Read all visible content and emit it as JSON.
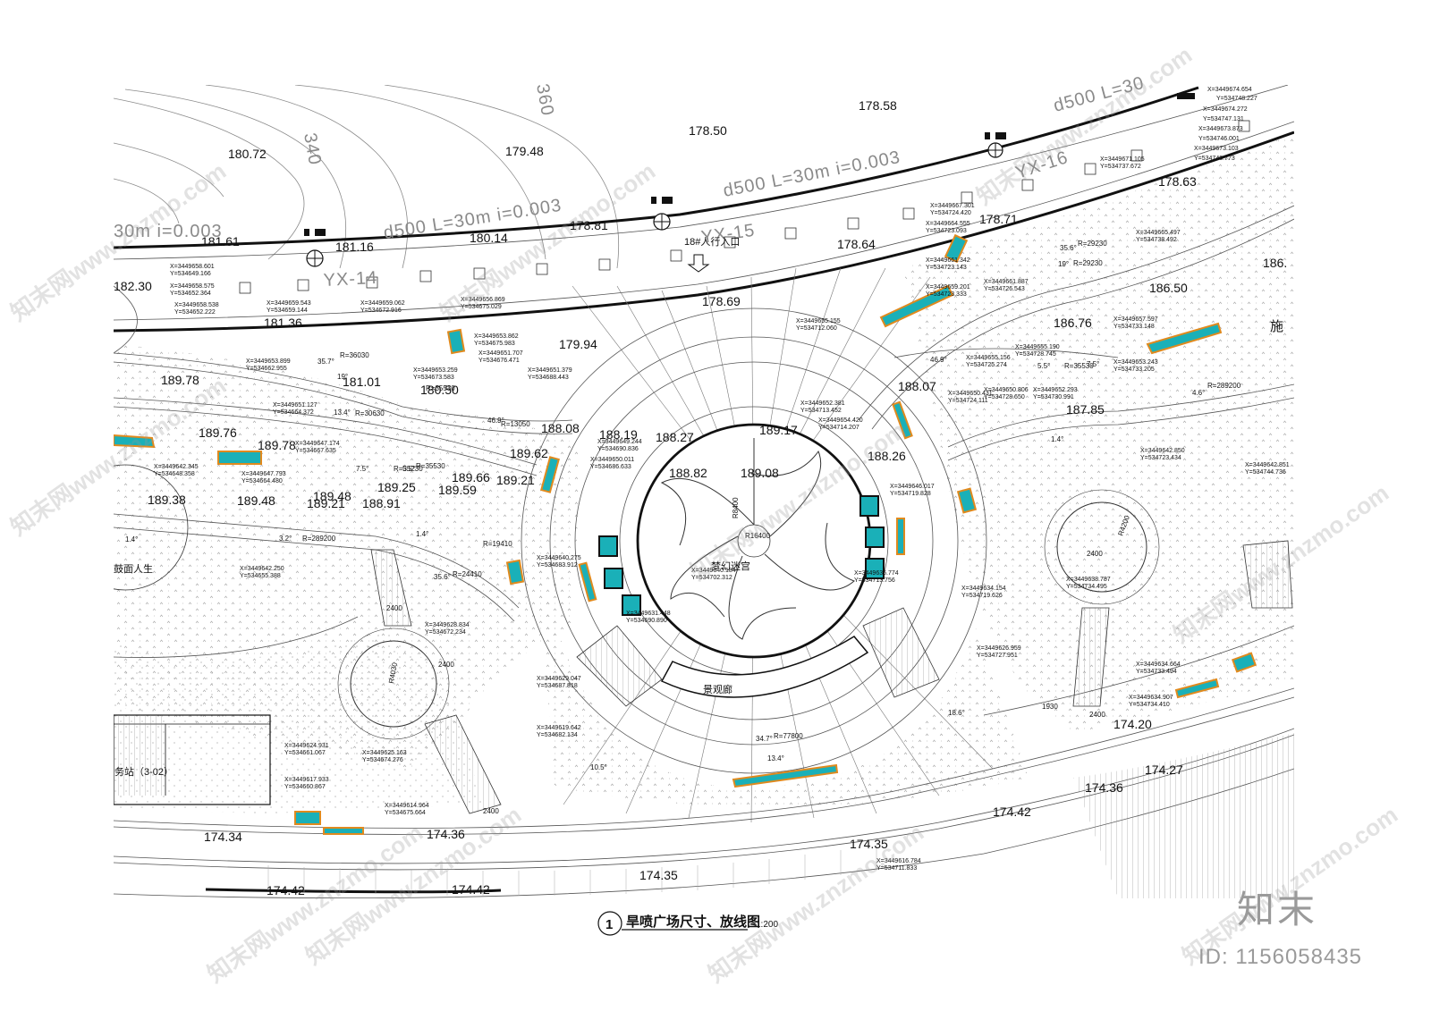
{
  "title": {
    "number": "1",
    "text": "旱喷广场尺寸、放线图",
    "scale": "1:200"
  },
  "brand": {
    "logo_text": "知末",
    "id_text": "ID: 1156058435"
  },
  "watermark_text": "知末网www.znzmo.com",
  "labels": {
    "entrance": "18#人行入口",
    "maze": "梦幻迷宫",
    "pavilion": "景观廊",
    "service": "务站（3-02）",
    "sculpture": "鼓面人生",
    "construction": "施"
  },
  "pipe_labels": [
    {
      "id": "p1",
      "text": "d500  L=30m  i=0.003"
    },
    {
      "id": "p2",
      "text": "d500  L=30m  i=0.003"
    },
    {
      "id": "p3",
      "text": "d500  L=30m  i=0.003"
    },
    {
      "id": "p4",
      "text": "30m  i=0.003"
    },
    {
      "id": "p5",
      "text": "d500  L=30"
    }
  ],
  "manholes": [
    "YX-14",
    "YX-15",
    "YX-16"
  ],
  "contours": [
    "340",
    "360"
  ],
  "elevations": [
    {
      "id": "e01",
      "v": "178.58"
    },
    {
      "id": "e02",
      "v": "178.50"
    },
    {
      "id": "e03",
      "v": "180.72"
    },
    {
      "id": "e04",
      "v": "179.48"
    },
    {
      "id": "e05",
      "v": "178.63"
    },
    {
      "id": "e06",
      "v": "181.61"
    },
    {
      "id": "e07",
      "v": "181.16"
    },
    {
      "id": "e08",
      "v": "180.14"
    },
    {
      "id": "e09",
      "v": "178.81"
    },
    {
      "id": "e10",
      "v": "178.71"
    },
    {
      "id": "e11",
      "v": "178.64"
    },
    {
      "id": "e12",
      "v": "186.50"
    },
    {
      "id": "e13",
      "v": "182.30"
    },
    {
      "id": "e14",
      "v": "181.36"
    },
    {
      "id": "e15",
      "v": "178.69"
    },
    {
      "id": "e16",
      "v": "186.76"
    },
    {
      "id": "e17",
      "v": "179.94"
    },
    {
      "id": "e18",
      "v": "189.78"
    },
    {
      "id": "e19",
      "v": "181.01"
    },
    {
      "id": "e20",
      "v": "180.50"
    },
    {
      "id": "e21",
      "v": "188.07"
    },
    {
      "id": "e22",
      "v": "187.85"
    },
    {
      "id": "e23",
      "v": "188.08"
    },
    {
      "id": "e24",
      "v": "188.19"
    },
    {
      "id": "e25",
      "v": "188.27"
    },
    {
      "id": "e26",
      "v": "189.17"
    },
    {
      "id": "e27",
      "v": "189.76"
    },
    {
      "id": "e28",
      "v": "189.78"
    },
    {
      "id": "e29",
      "v": "189.62"
    },
    {
      "id": "e30",
      "v": "188.26"
    },
    {
      "id": "e31",
      "v": "188.82"
    },
    {
      "id": "e32",
      "v": "189.08"
    },
    {
      "id": "e33",
      "v": "189.66"
    },
    {
      "id": "e34",
      "v": "189.21"
    },
    {
      "id": "e35",
      "v": "189.25"
    },
    {
      "id": "e36",
      "v": "189.59"
    },
    {
      "id": "e37",
      "v": "189.38"
    },
    {
      "id": "e38",
      "v": "189.48"
    },
    {
      "id": "e39",
      "v": "189.21"
    },
    {
      "id": "e40",
      "v": "188.91"
    },
    {
      "id": "e41",
      "v": "174.20"
    },
    {
      "id": "e42",
      "v": "174.27"
    },
    {
      "id": "e43",
      "v": "174.36"
    },
    {
      "id": "e44",
      "v": "174.42"
    },
    {
      "id": "e45",
      "v": "174.34"
    },
    {
      "id": "e46",
      "v": "174.36"
    },
    {
      "id": "e47",
      "v": "174.35"
    },
    {
      "id": "e48",
      "v": "174.35"
    },
    {
      "id": "e49",
      "v": "174.42"
    },
    {
      "id": "e50",
      "v": "174.42"
    },
    {
      "id": "e51",
      "v": "186."
    },
    {
      "id": "e52",
      "v": "189.48"
    }
  ],
  "coords": [
    {
      "id": "c01",
      "x": "X=3449667.301",
      "y": "Y=534724.420"
    },
    {
      "id": "c02",
      "x": "X=3449664.555",
      "y": "Y=534723.093"
    },
    {
      "id": "c03",
      "x": "X=3449661.342",
      "y": "Y=534723.143"
    },
    {
      "id": "c04",
      "x": "X=3449659.201",
      "y": "Y=534723.333"
    },
    {
      "id": "c05",
      "x": "X=3449661.887",
      "y": "Y=534726.543"
    },
    {
      "id": "c06",
      "x": "X=3449671.105",
      "y": "Y=534737.672"
    },
    {
      "id": "c07",
      "x": "X=3449665.497",
      "y": "Y=534738.492"
    },
    {
      "id": "c08",
      "x": "X=3449657.597",
      "y": "Y=534733.148"
    },
    {
      "id": "c09",
      "x": "X=3449653.243",
      "y": "Y=534733.205"
    },
    {
      "id": "c10",
      "x": "X=3449655.190",
      "y": "Y=534728.745"
    },
    {
      "id": "c11",
      "x": "X=3449655.156",
      "y": "Y=534725.274"
    },
    {
      "id": "c12",
      "x": "X=3449658.601",
      "y": "Y=534649.166"
    },
    {
      "id": "c13",
      "x": "X=3449658.575",
      "y": "Y=534652.364"
    },
    {
      "id": "c14",
      "x": "X=3449658.538",
      "y": "Y=534652.222"
    },
    {
      "id": "c15",
      "x": "X=3449659.543",
      "y": "Y=534659.144"
    },
    {
      "id": "c16",
      "x": "X=3449659.062",
      "y": "Y=534672.916"
    },
    {
      "id": "c17",
      "x": "X=3449656.869",
      "y": "Y=534675.029"
    },
    {
      "id": "c18",
      "x": "X=3449655.155",
      "y": "Y=534712.060"
    },
    {
      "id": "c19",
      "x": "X=3449653.862",
      "y": "Y=534675.983"
    },
    {
      "id": "c20",
      "x": "X=3449651.707",
      "y": "Y=534676.471"
    },
    {
      "id": "c21",
      "x": "X=3449651.379",
      "y": "Y=534688.443"
    },
    {
      "id": "c22",
      "x": "X=3449653.899",
      "y": "Y=534662.955"
    },
    {
      "id": "c23",
      "x": "X=3449653.259",
      "y": "Y=534673.583"
    },
    {
      "id": "c24",
      "x": "X=3449652.381",
      "y": "Y=534713.452"
    },
    {
      "id": "c25",
      "x": "X=3449654.420",
      "y": "Y=534714.207"
    },
    {
      "id": "c26",
      "x": "X=3449650.431",
      "y": "Y=534724.111"
    },
    {
      "id": "c27",
      "x": "X=3449650.806",
      "y": "Y=534728.650"
    },
    {
      "id": "c28",
      "x": "X=3449652.293",
      "y": "Y=534730.991"
    },
    {
      "id": "c29",
      "x": "X=3449651.127",
      "y": "Y=534664.372"
    },
    {
      "id": "c30",
      "x": "X=3449649.244",
      "y": "Y=534690.836"
    },
    {
      "id": "c31",
      "x": "X=3449650.011",
      "y": "Y=534686.633"
    },
    {
      "id": "c32",
      "x": "X=3449647.174",
      "y": "Y=534667.635"
    },
    {
      "id": "c33",
      "x": "X=3449647.793",
      "y": "Y=534664.480"
    },
    {
      "id": "c34",
      "x": "X=3449642.345",
      "y": "Y=534648.358"
    },
    {
      "id": "c35",
      "x": "X=3449646.017",
      "y": "Y=534719.828"
    },
    {
      "id": "c36",
      "x": "X=3449642.850",
      "y": "Y=534723.434"
    },
    {
      "id": "c37",
      "x": "X=3449642.851",
      "y": "Y=534744.736"
    },
    {
      "id": "c38",
      "x": "X=3449640.275",
      "y": "Y=534683.912"
    },
    {
      "id": "c39",
      "x": "X=3449642.250",
      "y": "Y=534655.388"
    },
    {
      "id": "c40",
      "x": "X=3449640.184",
      "y": "Y=534702.312"
    },
    {
      "id": "c41",
      "x": "X=3449635.774",
      "y": "Y=534713.756"
    },
    {
      "id": "c42",
      "x": "X=3449634.154",
      "y": "Y=534719.626"
    },
    {
      "id": "c43",
      "x": "X=3449638.787",
      "y": "Y=534734.495"
    },
    {
      "id": "c44",
      "x": "X=3449631.448",
      "y": "Y=534690.890"
    },
    {
      "id": "c45",
      "x": "X=3449628.834",
      "y": "Y=534672.234"
    },
    {
      "id": "c46",
      "x": "X=3449626.959",
      "y": "Y=534727.951"
    },
    {
      "id": "c47",
      "x": "X=3449634.664",
      "y": "Y=534733.494"
    },
    {
      "id": "c48",
      "x": "X=3449629.047",
      "y": "Y=534687.818"
    },
    {
      "id": "c49",
      "x": "X=3449634.907",
      "y": "Y=534734.410"
    },
    {
      "id": "c50",
      "x": "X=3449619.642",
      "y": "Y=534682.134"
    },
    {
      "id": "c51",
      "x": "X=3449624.931",
      "y": "Y=534661.067"
    },
    {
      "id": "c52",
      "x": "X=3449625.163",
      "y": "Y=534674.276"
    },
    {
      "id": "c53",
      "x": "X=3449617.933",
      "y": "Y=534660.867"
    },
    {
      "id": "c54",
      "x": "X=3449614.964",
      "y": "Y=534675.664"
    },
    {
      "id": "c55",
      "x": "X=3449616.784",
      "y": "Y=534711.833"
    },
    {
      "id": "c56",
      "x": "X=3449674.654",
      "y": "Y=534748.227"
    },
    {
      "id": "c57",
      "x": "X=3449674.272",
      "y": "Y=534747.131"
    },
    {
      "id": "c58",
      "x": "X=3449673.873",
      "y": "Y=534746.001"
    },
    {
      "id": "c59",
      "x": "X=3449673.103",
      "y": "Y=534743.773"
    }
  ],
  "dims": [
    {
      "id": "d01",
      "v": "R=36030"
    },
    {
      "id": "d02",
      "v": "R=35530"
    },
    {
      "id": "d03",
      "v": "R=30630"
    },
    {
      "id": "d04",
      "v": "R=13050"
    },
    {
      "id": "d05",
      "v": "R=289200"
    },
    {
      "id": "d06",
      "v": "R=35230"
    },
    {
      "id": "d07",
      "v": "R=35530"
    },
    {
      "id": "d08",
      "v": "R=24410"
    },
    {
      "id": "d09",
      "v": "R=19410"
    },
    {
      "id": "d10",
      "v": "R=77800"
    },
    {
      "id": "d11",
      "v": "R16400"
    },
    {
      "id": "d12",
      "v": "R=29230"
    },
    {
      "id": "d13",
      "v": "R=35530"
    },
    {
      "id": "d14",
      "v": "R=289200"
    },
    {
      "id": "d15",
      "v": "R=29230"
    },
    {
      "id": "d16",
      "v": "2400"
    },
    {
      "id": "d17",
      "v": "2400"
    },
    {
      "id": "d18",
      "v": "2400"
    },
    {
      "id": "d19",
      "v": "2400"
    },
    {
      "id": "d20",
      "v": "1930"
    },
    {
      "id": "d21",
      "v": "2400"
    },
    {
      "id": "d22",
      "v": "R4200"
    },
    {
      "id": "d23",
      "v": "R4030"
    },
    {
      "id": "d24",
      "v": "R8400"
    },
    {
      "id": "d25",
      "v": "46.9°"
    },
    {
      "id": "d26",
      "v": "35.7°"
    },
    {
      "id": "d27",
      "v": "13.4°"
    },
    {
      "id": "d28",
      "v": "7.5°"
    },
    {
      "id": "d29",
      "v": "5.5°"
    },
    {
      "id": "d30",
      "v": "3.2°"
    },
    {
      "id": "d31",
      "v": "1.4°"
    },
    {
      "id": "d32",
      "v": "34.7°"
    },
    {
      "id": "d33",
      "v": "13.4°"
    },
    {
      "id": "d34",
      "v": "10.5°"
    },
    {
      "id": "d35",
      "v": "35.6°"
    },
    {
      "id": "d36",
      "v": "19°"
    },
    {
      "id": "d37",
      "v": "19°"
    },
    {
      "id": "d38",
      "v": "7.5°"
    },
    {
      "id": "d39",
      "v": "4.6°"
    },
    {
      "id": "d40",
      "v": "1.4°"
    },
    {
      "id": "d41",
      "v": "35.6°"
    },
    {
      "id": "d42",
      "v": "18.6°"
    },
    {
      "id": "d43",
      "v": "46.9°"
    },
    {
      "id": "d44",
      "v": "5.5°"
    },
    {
      "id": "d45",
      "v": "1.4°"
    }
  ],
  "colors": {
    "line": "#1a1a1a",
    "fine_line": "#8a8a8a",
    "planter_fill": "#1ab0b8",
    "planter_outline": "#e08a1e",
    "hatch": "#9a9a9a"
  }
}
